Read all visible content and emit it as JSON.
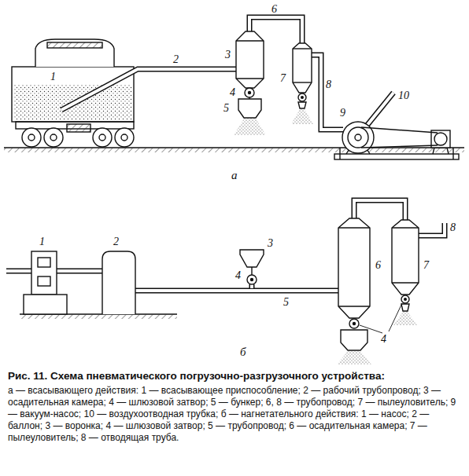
{
  "diagram": {
    "caption": "Рис. 11. Схема пневматического погрузочно-разгрузочного устройства:",
    "labels": [
      "1",
      "2",
      "3",
      "4",
      "5",
      "6",
      "7",
      "8",
      "9",
      "10",
      "а",
      "1",
      "2",
      "3",
      "4",
      "5",
      "6",
      "7",
      "8",
      "4",
      "б",
      "а — всасывающего действия: 1 — всасывающее приспособление; 2 — рабочий трубопровод; 3 — осадительная камера; 4 — шлюзовой затвор; 5 — бункер; 6, 8 — трубопровод; 7 — пылеуловитель; 9 — вакуум-насос; 10 — воздухоотводная трубка; б — нагнетательного действия: 1 — насос; 2 — баллон; 3 — воронка; 4 — шлюзовой затвор; 5 — трубопровод; 6 — осадительная камера; 7 — пылеуловитель; 8 — отводящая труба."
    ]
  }
}
